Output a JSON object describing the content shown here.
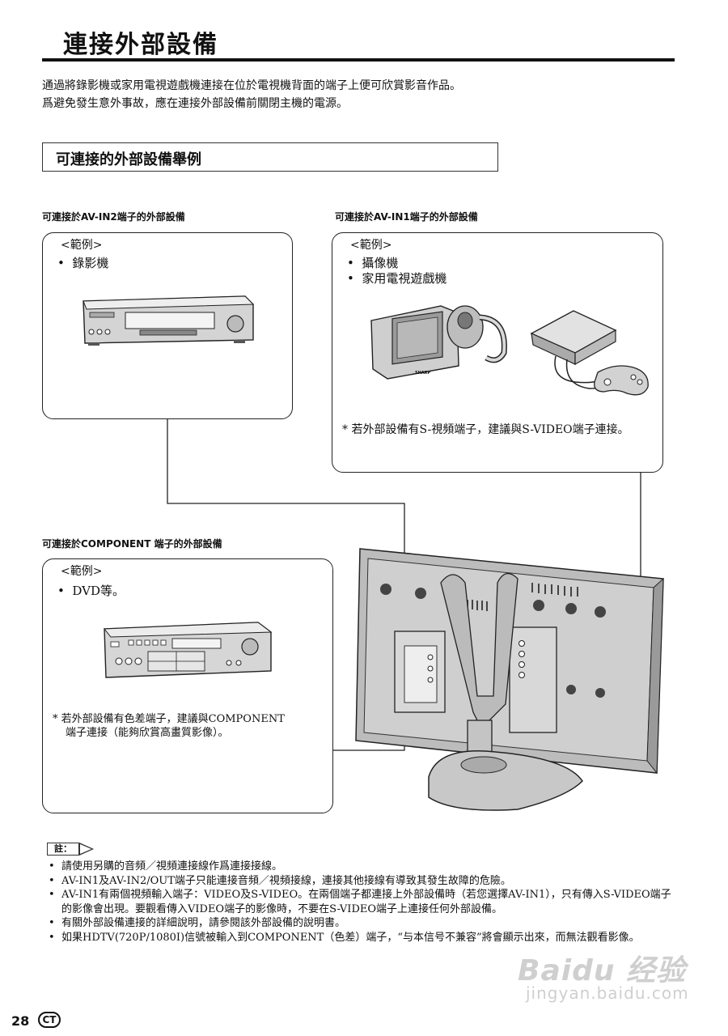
{
  "header": {
    "title": "連接外部設備"
  },
  "intro": [
    "通過將錄影機或家用電視遊戲機連接在位於電視機背面的端子上便可欣賞影音作品。",
    "爲避免發生意外事故，應在連接外部設備前關閉主機的電源。"
  ],
  "section": {
    "title": "可連接的外部設備舉例"
  },
  "av_in2": {
    "label": "可連接於AV-IN2端子的外部設備",
    "example_head": "<範例>",
    "items": [
      "錄影機"
    ]
  },
  "av_in1": {
    "label": "可連接於AV-IN1端子的外部設備",
    "example_head": "<範例>",
    "items": [
      "攝像機",
      "家用電視遊戲機"
    ],
    "note": "* 若外部設備有S-視頻端子，建議與S-VIDEO端子連接。"
  },
  "component": {
    "label": "可連接於COMPONENT 端子的外部設備",
    "example_head": "<範例>",
    "items": [
      "DVD等。"
    ],
    "note_lines": [
      "* 若外部設備有色差端子，建議與COMPONENT",
      "端子連接（能夠欣賞高畫質影像）。"
    ]
  },
  "devices": {
    "camcorder_brand": "SHARP"
  },
  "notes": {
    "tag": "註：",
    "items": [
      "請使用另購的音頻／視頻連接線作爲連接接線。",
      "AV-IN1及AV-IN2/OUT端子只能連接音頻／視頻接線，連接其他接線有導致其發生故障的危險。",
      "AV-IN1有兩個視頻輸入端子：VIDEO及S-VIDEO。在兩個端子都連接上外部設備時（若您選擇AV-IN1），只有傳入S-VIDEO端子的影像會出現。要觀看傳入VIDEO端子的影像時，不要在S-VIDEO端子上連接任何外部設備。",
      "有關外部設備連接的詳細說明，請參閱該外部設備的說明書。",
      "如果HDTV(720P/1080I)信號被輸入到COMPONENT（色差）端子，“与本信号不兼容”將會顯示出來，而無法觀看影像。"
    ]
  },
  "footer": {
    "page_number": "28",
    "language_badge": "CT"
  },
  "watermark": {
    "line1": "Baidu 经验",
    "line2": "jingyan.baidu.com"
  }
}
